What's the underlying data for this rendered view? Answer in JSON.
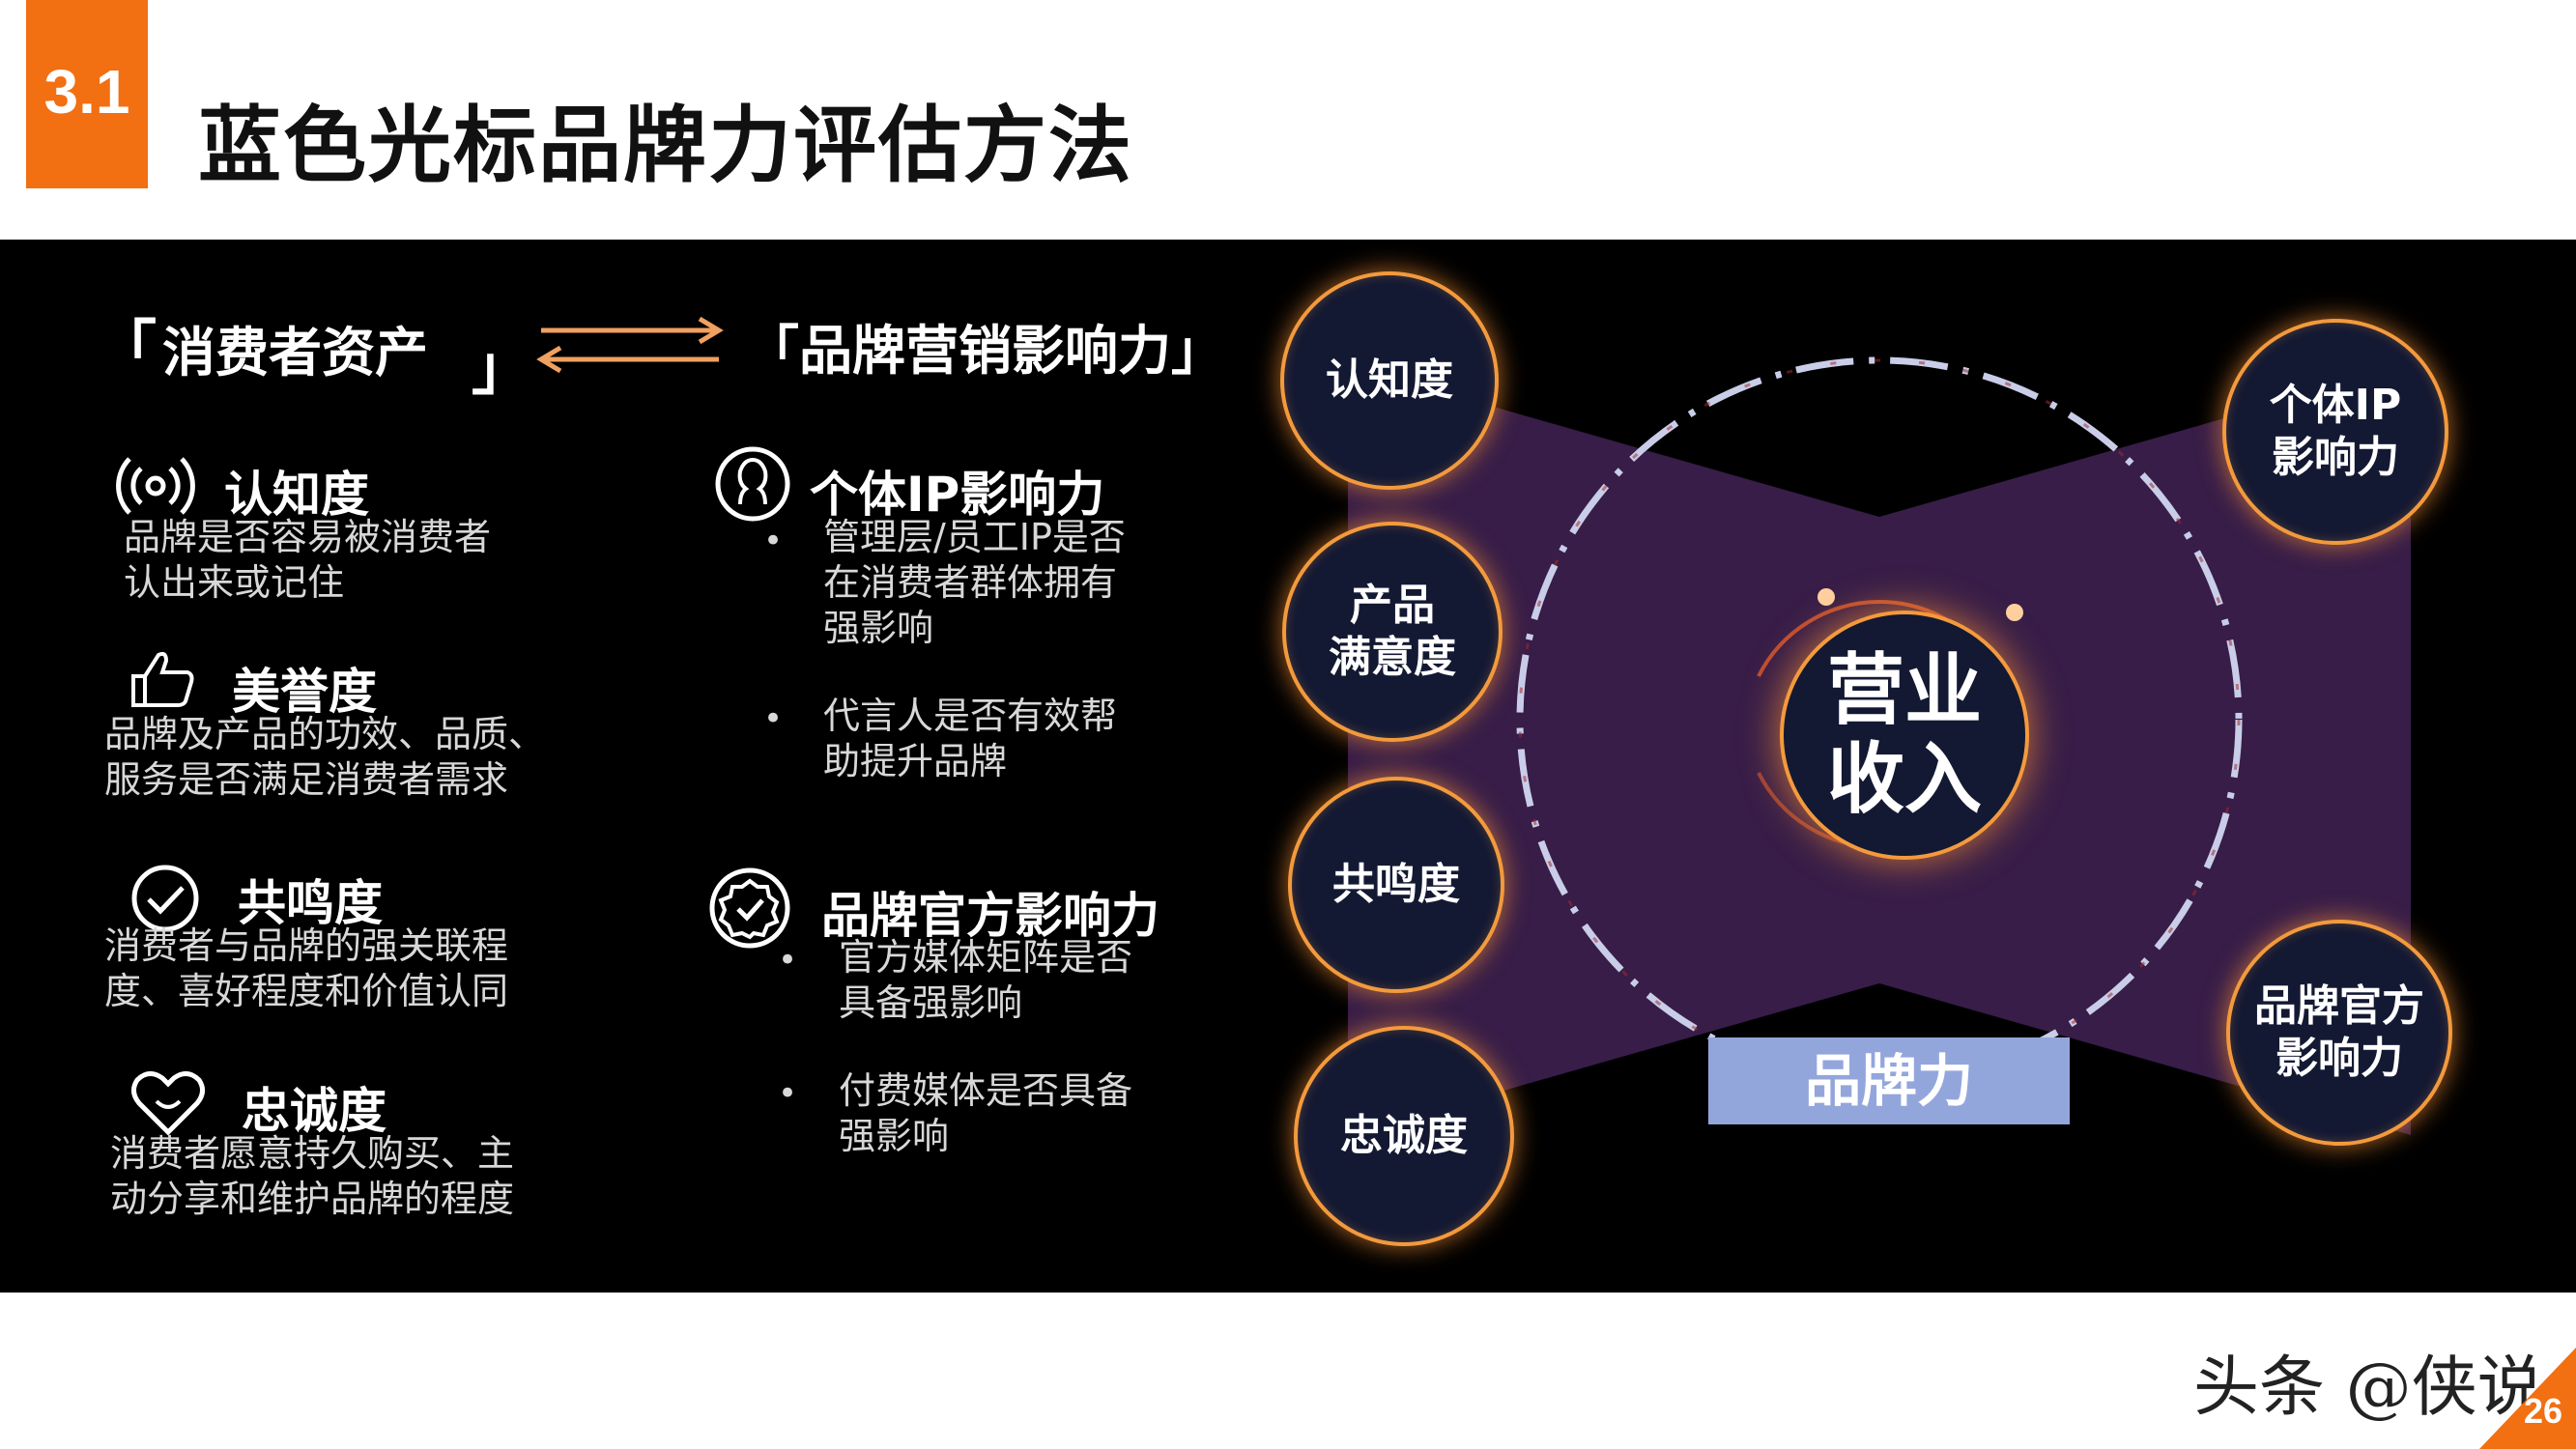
{
  "header": {
    "section_number": "3.1",
    "title": "蓝色光标品牌力评估方法"
  },
  "left": {
    "bracket_open": "「",
    "bracket_close": "」",
    "title": "消费者资产",
    "items": [
      {
        "title": "认知度",
        "desc": "品牌是否容易被消费者\n认出来或记住",
        "icon": "signal-icon"
      },
      {
        "title": "美誉度",
        "desc": "品牌及产品的功效、品质、\n服务是否满足消费者需求",
        "icon": "thumbs-up-icon"
      },
      {
        "title": "共鸣度",
        "desc": "消费者与品牌的强关联程\n度、喜好程度和价值认同",
        "icon": "check-circle-icon"
      },
      {
        "title": "忠诚度",
        "desc": "消费者愿意持久购买、主\n动分享和维护品牌的程度",
        "icon": "heart-icon"
      }
    ]
  },
  "right": {
    "title": "「品牌营销影响力」",
    "items": [
      {
        "title": "个体IP影响力",
        "icon": "user-icon",
        "bullets": [
          "管理层/员工IP是否\n在消费者群体拥有\n强影响",
          "代言人是否有效帮\n助提升品牌"
        ]
      },
      {
        "title": "品牌官方影响力",
        "icon": "badge-check-icon",
        "bullets": [
          "官方媒体矩阵是否\n具备强影响",
          "付费媒体是否具备\n强影响"
        ]
      }
    ]
  },
  "diagram": {
    "center": "营业\n收入",
    "brand_label": "品牌力",
    "left_nodes": [
      "认知度",
      "产品\n满意度",
      "共鸣度",
      "忠诚度"
    ],
    "right_nodes": [
      "个体IP\n影响力",
      "品牌官方\n影响力"
    ],
    "colors": {
      "node_fill": "#141933",
      "node_glow": "#f39a3d",
      "bowtie": "#3a1f4c",
      "brand_bar": "#93a6dc",
      "ring": "#c9cde8"
    }
  },
  "footer": {
    "watermark": "头条 @侠说",
    "page_number": "26"
  },
  "colors": {
    "accent": "#f26f12",
    "panel": "#000000"
  }
}
